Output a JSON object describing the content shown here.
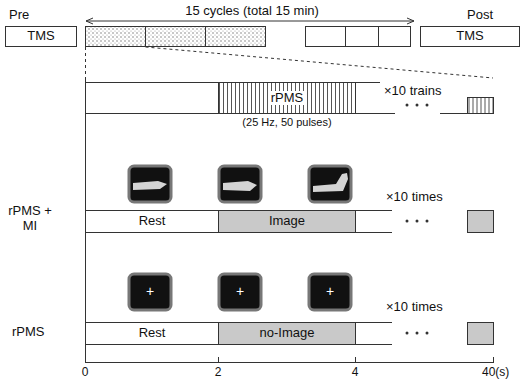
{
  "diagram": {
    "nodes": [
      {
        "text": [
          "Pre",
          "TMS"
        ]
      },
      {
        "text": [
          "Post",
          "TMS"
        ]
      },
      {
        "text": [
          "rPMS"
        ]
      },
      {
        "text": [
          "Rest"
        ]
      },
      {
        "text": [
          "Image"
        ]
      },
      {
        "text": [
          "Rest"
        ]
      },
      {
        "text": [
          "no-Image"
        ]
      }
    ],
    "labels": [
      "15 cycles (total 15 min)",
      "×10 trains",
      "(25 Hz, 50 pulses)",
      "×10 times",
      "×10 times",
      "rPMS + MI",
      "rPMS",
      "+",
      "+",
      "+",
      "0",
      "2",
      "4",
      "40(s)"
    ]
  }
}
